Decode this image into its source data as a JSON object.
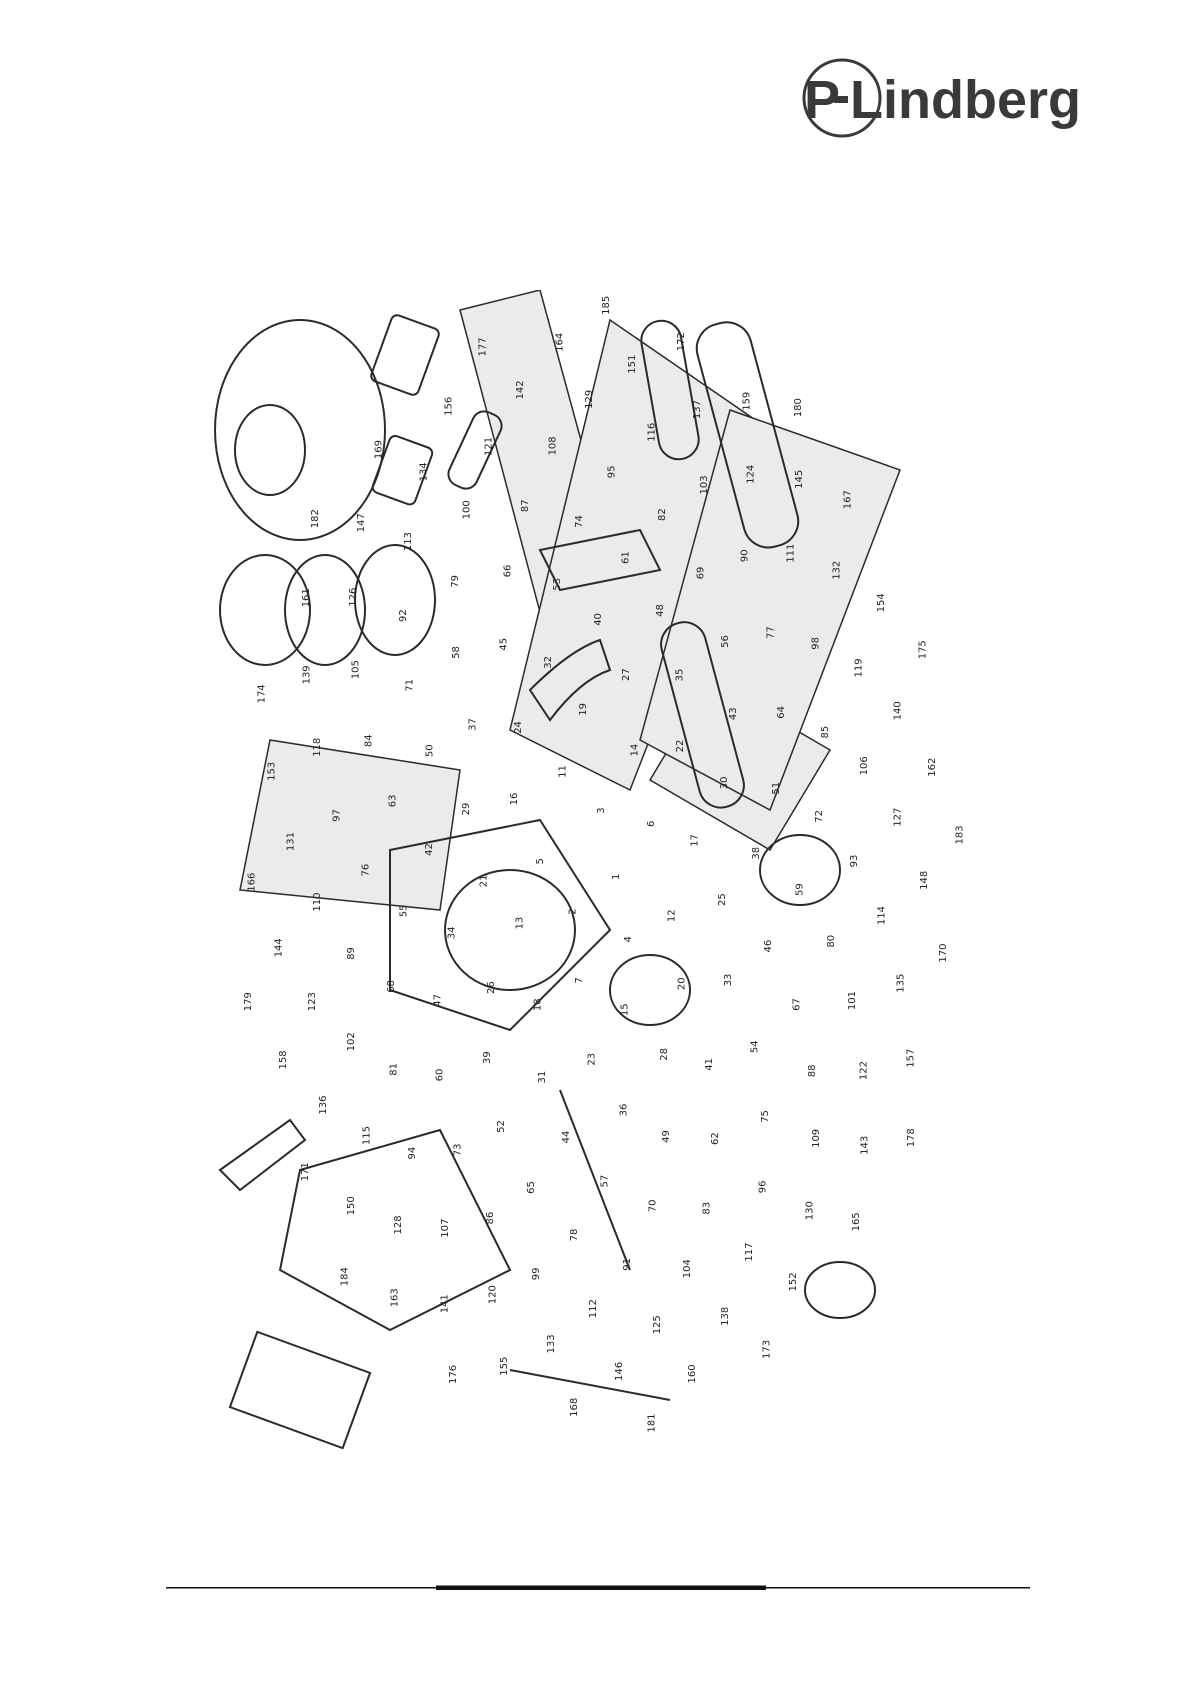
{
  "brand": {
    "name": "P-Lindberg",
    "prefix": "P",
    "suffix": "Lindberg",
    "color": "#3a3a3a"
  },
  "diagram": {
    "type": "exploded-parts-view",
    "line_color": "#2b2b2b",
    "panel_color": "#ebebeb",
    "part_numbers": [
      "1",
      "2",
      "3",
      "4",
      "5",
      "6",
      "7",
      "11",
      "12",
      "13",
      "14",
      "15",
      "16",
      "17",
      "18",
      "19",
      "20",
      "21",
      "22",
      "23",
      "24",
      "25",
      "26",
      "27",
      "28",
      "29",
      "30",
      "31",
      "32",
      "33",
      "34",
      "35",
      "36",
      "37",
      "38",
      "39",
      "40",
      "41",
      "42",
      "43",
      "44",
      "45",
      "46",
      "47",
      "48",
      "49",
      "50",
      "51",
      "52",
      "53",
      "54",
      "55",
      "56",
      "57",
      "58",
      "59",
      "60",
      "61",
      "62",
      "63",
      "64",
      "65",
      "66",
      "67",
      "68",
      "69",
      "70",
      "71",
      "72",
      "73",
      "74",
      "75",
      "76",
      "77",
      "78",
      "79",
      "80",
      "81",
      "82",
      "83",
      "84",
      "85",
      "86",
      "87",
      "88",
      "89",
      "90",
      "91",
      "92",
      "93",
      "94",
      "95",
      "96",
      "97",
      "98",
      "99",
      "100",
      "101",
      "102",
      "103",
      "104",
      "105",
      "106",
      "107",
      "108",
      "109",
      "110",
      "111",
      "112",
      "113",
      "114",
      "115",
      "116",
      "117",
      "118",
      "119",
      "120",
      "121",
      "122",
      "123",
      "124",
      "125",
      "126",
      "127",
      "128",
      "129",
      "130",
      "131",
      "132",
      "133",
      "134",
      "135",
      "136",
      "137",
      "138",
      "139",
      "140",
      "141",
      "142",
      "143",
      "144",
      "145",
      "146",
      "147",
      "148",
      "150",
      "151",
      "152",
      "153",
      "154",
      "155",
      "156",
      "157",
      "158",
      "159",
      "160",
      "161",
      "162",
      "163",
      "164",
      "165",
      "166",
      "167",
      "168",
      "169",
      "170",
      "171",
      "172",
      "173",
      "174",
      "175",
      "176",
      "177",
      "178",
      "179",
      "180",
      "181",
      "182",
      "183",
      "184",
      "185"
    ]
  }
}
